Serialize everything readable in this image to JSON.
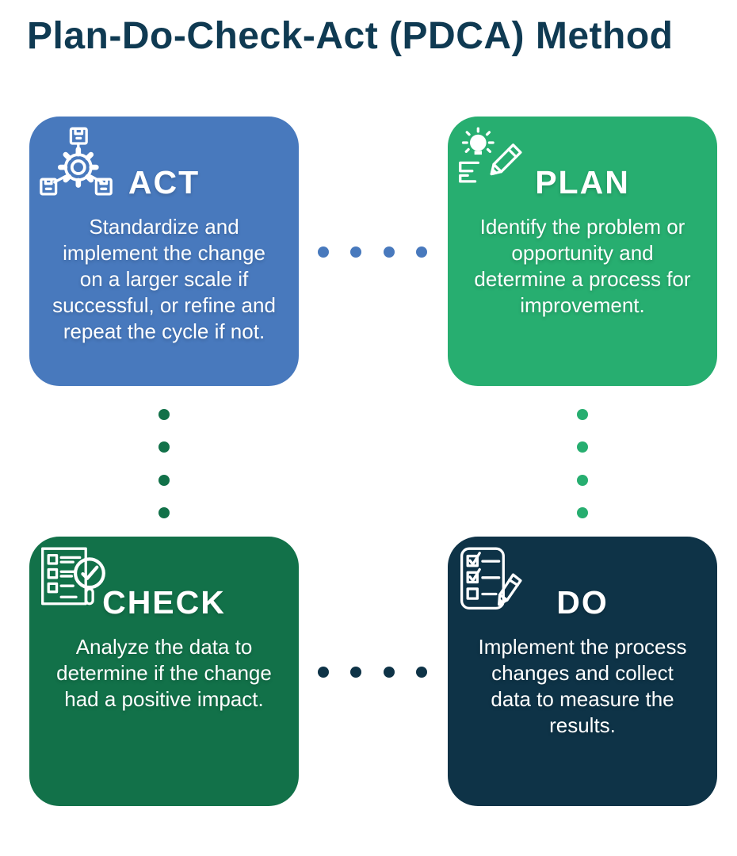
{
  "title": "Plan-Do-Check-Act (PDCA) Method",
  "colors": {
    "background": "#ffffff",
    "title": "#0f3a52",
    "act_blue": "#4879bd",
    "plan_green": "#27ae70",
    "check_dark_green": "#127149",
    "do_navy": "#0e3347",
    "card_text": "#ffffff"
  },
  "cards": [
    {
      "id": "act",
      "label": "ACT",
      "description": "Standardize and implement the change on a larger scale if successful, or refine and repeat the cycle if not.",
      "color": "#4879bd",
      "icon": "gear-network-icon",
      "position": "top-left"
    },
    {
      "id": "plan",
      "label": "PLAN",
      "description": "Identify the problem or opportunity and determine a process for improvement.",
      "color": "#27ae70",
      "icon": "idea-pencil-icon",
      "position": "top-right"
    },
    {
      "id": "check",
      "label": "CHECK",
      "description": "Analyze the data to determine if the change had a positive impact.",
      "color": "#127149",
      "icon": "checklist-magnifier-icon",
      "position": "bottom-left"
    },
    {
      "id": "do",
      "label": "DO",
      "description": "Implement the process changes and collect data to measure the results.",
      "color": "#0e3347",
      "icon": "clipboard-pencil-icon",
      "position": "bottom-right"
    }
  ],
  "connectors": [
    {
      "between": "act-plan",
      "orientation": "horizontal",
      "dot_count": 4,
      "color": "#4879bd"
    },
    {
      "between": "plan-do",
      "orientation": "vertical",
      "dot_count": 4,
      "color": "#27ae70"
    },
    {
      "between": "act-check",
      "orientation": "vertical",
      "dot_count": 4,
      "color": "#127149"
    },
    {
      "between": "check-do",
      "orientation": "horizontal",
      "dot_count": 4,
      "color": "#0e3347"
    }
  ]
}
